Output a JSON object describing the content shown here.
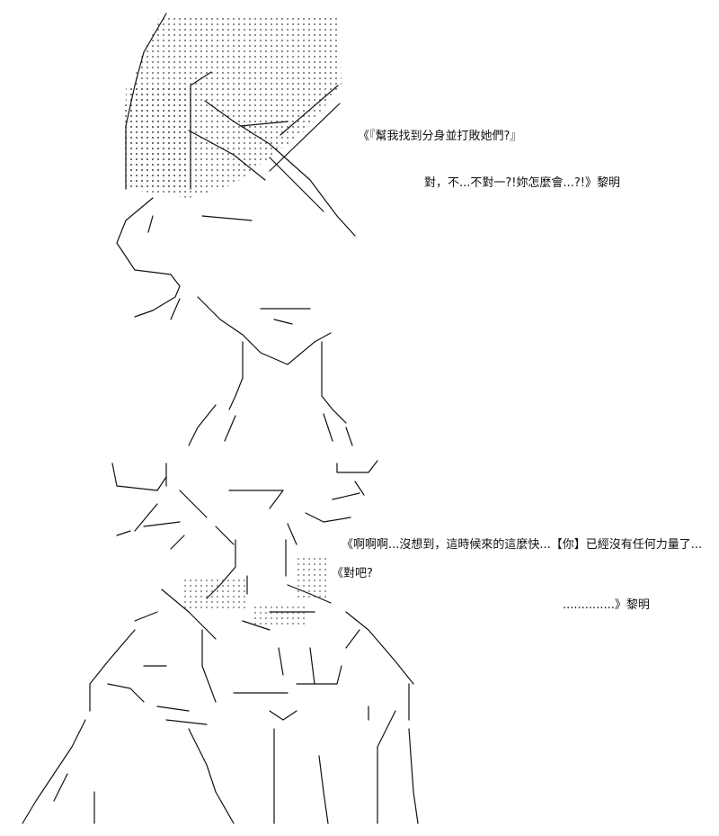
{
  "dialogue": {
    "line1": "《『幫我找到分身並打敗她們?』",
    "line2": "對，不...不對一?!妳怎麼會...?!》黎明",
    "line3": "《啊啊啊...沒想到，這時候來的這麼快...【你】已經沒有任何力量了...",
    "line4": "《對吧?",
    "line5": "..............》黎明"
  },
  "art": {
    "stroke_color": "#111111",
    "dots_color": "#333333"
  }
}
